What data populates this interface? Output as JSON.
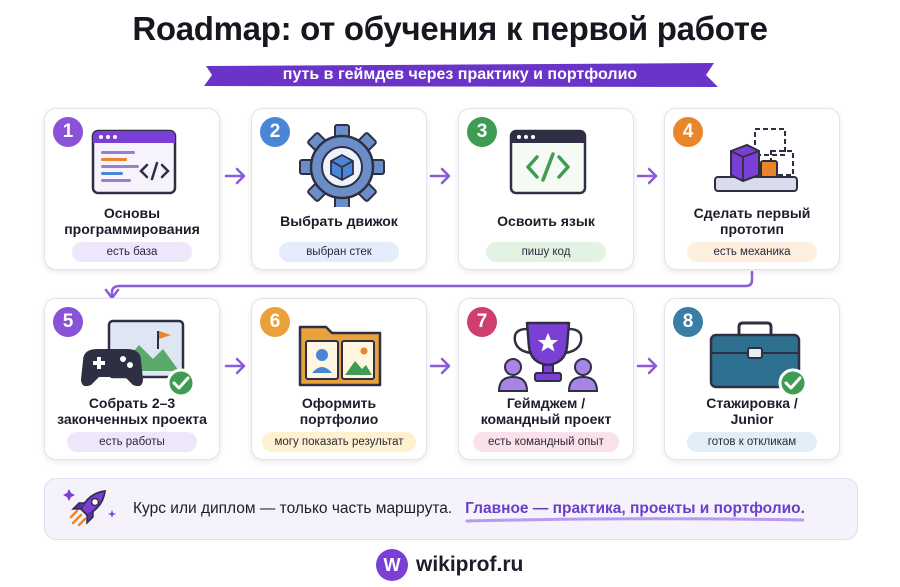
{
  "title": "Roadmap: от обучения к первой работе",
  "subtitle": "путь в геймдев через практику и портфолио",
  "colors": {
    "accent": "#7b3fd6",
    "arrow": "#8b5bd8",
    "step_1": "#8a52d6",
    "step_2": "#4a86d8",
    "step_3": "#3e9d52",
    "step_4": "#e9862a",
    "step_5": "#8a52d6",
    "step_6": "#e9a23b",
    "step_7": "#cf3f6e",
    "step_8": "#3a7ea8"
  },
  "steps": [
    {
      "number": "1",
      "label_line1": "Основы",
      "label_line2": "программирования",
      "tag": "есть база",
      "icon": "code-window-icon"
    },
    {
      "number": "2",
      "label_line1": "Выбрать движок",
      "label_line2": "",
      "tag": "выбран стек",
      "icon": "gear-cube-icon"
    },
    {
      "number": "3",
      "label_line1": "Освоить язык",
      "label_line2": "",
      "tag": "пишу код",
      "icon": "code-brackets-icon"
    },
    {
      "number": "4",
      "label_line1": "Сделать первый",
      "label_line2": "прототип",
      "tag": "есть механика",
      "icon": "prototype-blocks-icon"
    },
    {
      "number": "5",
      "label_line1": "Собрать 2–3",
      "label_line2": "законченных проекта",
      "tag": "есть работы",
      "icon": "gamepad-icon"
    },
    {
      "number": "6",
      "label_line1": "Оформить",
      "label_line2": "портфолио",
      "tag": "могу показать результат",
      "icon": "portfolio-folder-icon"
    },
    {
      "number": "7",
      "label_line1": "Геймджем /",
      "label_line2": "командный проект",
      "tag": "есть командный опыт",
      "icon": "trophy-team-icon"
    },
    {
      "number": "8",
      "label_line1": "Стажировка /",
      "label_line2": "Junior",
      "tag": "готов к откликам",
      "icon": "briefcase-icon"
    }
  ],
  "banner": {
    "icon": "rocket-icon",
    "plain_text": "Курс или диплом — только часть маршрута.",
    "accent_text": "Главное — практика, проекты и портфолио."
  },
  "footer": {
    "logo_letter": "W",
    "site": "wikiprof.ru"
  }
}
